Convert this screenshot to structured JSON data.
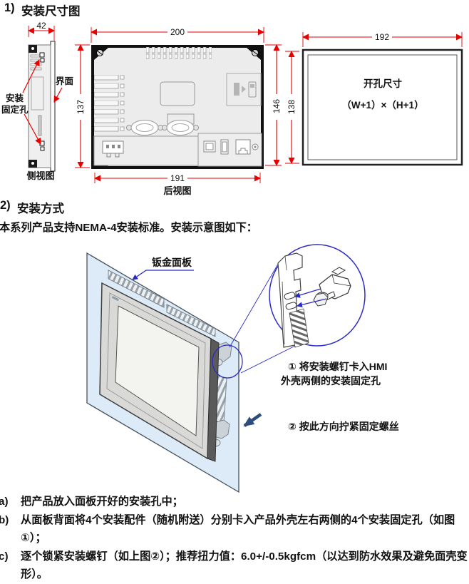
{
  "document": {
    "section1": {
      "number": "1)",
      "title": "安装尺寸图"
    },
    "section2": {
      "number": "2)",
      "title": "安装方式",
      "intro": "本系列产品支持NEMA-4安装标准。安装示意图如下："
    },
    "steps": [
      {
        "marker": "a)",
        "text": "把产品放入面板开好的安装孔中；"
      },
      {
        "marker": "b)",
        "text": "从面板背面将4个安装配件（随机附送）分别卡入产品外壳左右两侧的4个安装固定孔（如图①）；"
      },
      {
        "marker": "c)",
        "text": "逐个锁紧安装螺钉（如上图②）；推荐扭力值：6.0+/-0.5kgfcm（以达到防水效果及避免面壳变形）。"
      }
    ]
  },
  "dimension_figure": {
    "side_view": {
      "caption": "侧视图",
      "width_mm": "42",
      "mounting_hole_label_line1": "安装",
      "mounting_hole_label_line2": "固定孔",
      "interface_label": "界面"
    },
    "rear_view": {
      "caption": "后视图",
      "top_width_mm": "200",
      "left_height_mm": "137",
      "right_height_mm": "146",
      "bottom_width_mm": "191"
    },
    "cutout": {
      "width_mm": "192",
      "height_mm": "138",
      "title": "开孔尺寸",
      "formula": "（W+1）×（H+1）"
    }
  },
  "install_figure": {
    "panel_label": "钣金面板",
    "step1_note_line1": "① 将安装螺钉卡入HMI",
    "step1_note_line2": "外壳两侧的安装固定孔",
    "step2_note": "② 按此方向拧紧固定螺丝"
  },
  "colors": {
    "dimension_line": "#e60000",
    "callout_blue": "#2a2ac8",
    "direction_arrow": "#2f4d7c",
    "panel_fill": "#dcebf7"
  }
}
